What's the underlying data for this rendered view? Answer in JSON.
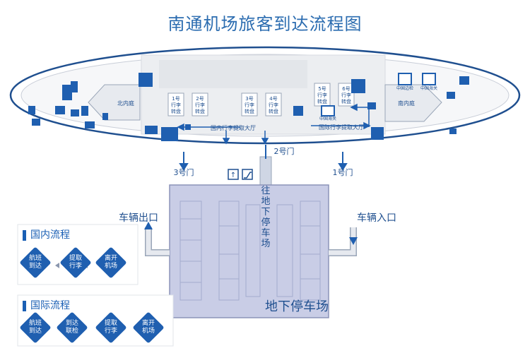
{
  "title": "南通机场旅客到达流程图",
  "terminal": {
    "north_court": "北内庭",
    "south_court": "南内庭",
    "domestic_hall": "国内行李提取大厅",
    "intl_hall": "国际行李提取大厅",
    "carousels": [
      {
        "line1": "1号",
        "line2": "行李",
        "line3": "转盘"
      },
      {
        "line1": "2号",
        "line2": "行李",
        "line3": "转盘"
      },
      {
        "line1": "3号",
        "line2": "行李",
        "line3": "转盘"
      },
      {
        "line1": "4号",
        "line2": "行李",
        "line3": "转盘"
      },
      {
        "line1": "5号",
        "line2": "行李",
        "line3": "转盘"
      },
      {
        "line1": "6号",
        "line2": "行李",
        "line3": "转盘"
      }
    ],
    "customs_sign_1": "中国海关",
    "customs_sign_2": "中国边检"
  },
  "gates": {
    "gate1": "1号门",
    "gate2": "2号门",
    "gate3": "3号门"
  },
  "parking": {
    "label": "地下停车场",
    "to_underground": [
      "往",
      "地",
      "下",
      "停",
      "车",
      "场"
    ],
    "exit": "车辆出口",
    "entrance": "车辆入口"
  },
  "domestic_flow": {
    "heading": "国内流程",
    "steps": [
      "航班\n到达",
      "提取\n行李",
      "离开\n机场"
    ]
  },
  "intl_flow": {
    "heading": "国际流程",
    "steps": [
      "航班\n到达",
      "到达\n联检",
      "提取\n行李",
      "离开\n机场"
    ]
  },
  "colors": {
    "accent": "#1f5fb0",
    "title": "#2b6cb0",
    "parking": "#c9cde6"
  }
}
